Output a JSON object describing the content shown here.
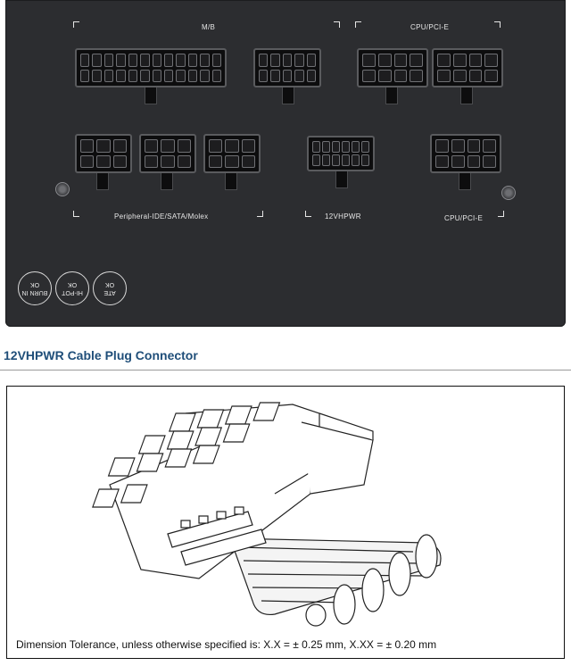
{
  "psu": {
    "labels": {
      "mb": "M/B",
      "cpu_pcie_top": "CPU/PCI-E",
      "peripheral": "Peripheral-IDE/SATA/Molex",
      "vhpwr": "12VHPWR",
      "cpu_pcie_bottom": "CPU/PCI-E"
    },
    "seals": [
      {
        "line1": "BURN IN",
        "line2": "OK"
      },
      {
        "line1": "HI-POT",
        "line2": "OK"
      },
      {
        "line1": "ATE",
        "line2": "OK"
      }
    ]
  },
  "section": {
    "title": "12VHPWR Cable Plug Connector"
  },
  "drawing": {
    "note": "Dimension Tolerance, unless otherwise specified is:  X.X = ± 0.25 mm, X.XX = ± 0.20 mm"
  },
  "colors": {
    "panel": "#2c2d30",
    "title": "#1f4e79"
  }
}
